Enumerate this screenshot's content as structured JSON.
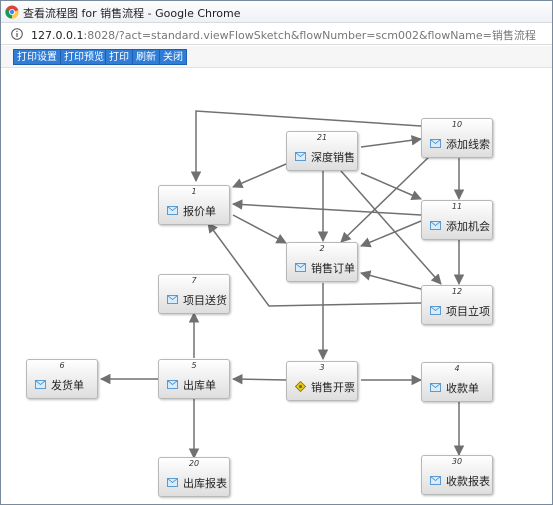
{
  "window": {
    "title": "查看流程图 for 销售流程 - Google Chrome",
    "url_host": "127.0.0.1",
    "url_rest": ":8028/?act=standard.viewFlowSketch&flowNumber=scm002&flowName=销售流程"
  },
  "toolbar": {
    "print_settings": "打印设置",
    "print_preview": "打印预览",
    "print": "打印",
    "refresh": "刷新",
    "close": "关闭"
  },
  "nodes": [
    {
      "id": "21",
      "label": "深度销售",
      "icon": "mail-icon"
    },
    {
      "id": "10",
      "label": "添加线索",
      "icon": "mail-icon"
    },
    {
      "id": "1",
      "label": "报价单",
      "icon": "mail-icon"
    },
    {
      "id": "11",
      "label": "添加机会",
      "icon": "mail-icon"
    },
    {
      "id": "2",
      "label": "销售订单",
      "icon": "mail-icon"
    },
    {
      "id": "12",
      "label": "项目立项",
      "icon": "mail-icon"
    },
    {
      "id": "7",
      "label": "项目送货",
      "icon": "mail-icon"
    },
    {
      "id": "6",
      "label": "发货单",
      "icon": "mail-icon"
    },
    {
      "id": "5",
      "label": "出库单",
      "icon": "mail-icon"
    },
    {
      "id": "3",
      "label": "销售开票",
      "icon": "diamond-icon"
    },
    {
      "id": "4",
      "label": "收款单",
      "icon": "mail-icon"
    },
    {
      "id": "20",
      "label": "出库报表",
      "icon": "mail-icon"
    },
    {
      "id": "30",
      "label": "收款报表",
      "icon": "mail-icon"
    }
  ],
  "colors": {
    "toolbar_button": "#2f7dd6",
    "edge": "#707070",
    "node_top": "#ffffff",
    "node_bottom": "#dedede"
  }
}
